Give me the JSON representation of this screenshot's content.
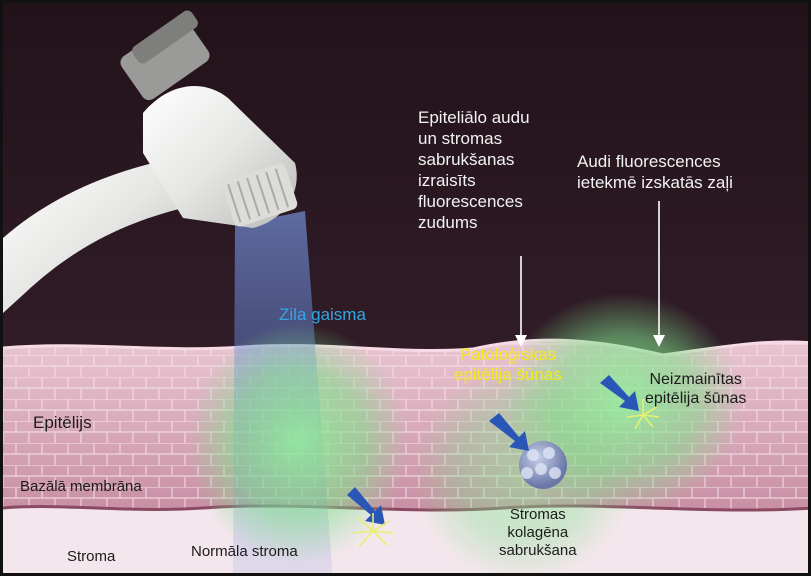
{
  "labels": {
    "epithelial_loss": "Epiteliālo audu\nun stromas\nsabrukšanas\nizraisīts\nfluorescences\nzudums",
    "tissue_spots": "Audi fluorescences\nietekmē izskatās zaļi",
    "blue_light": "Zila gaisma",
    "pathological_cells": "Patoloģiskas\nepitēlija šūnas",
    "normal_cells": "Neizmainītas\nepitēlija šūnas",
    "epithelium": "Epitēlijs",
    "basal_membrane": "Bazālā membrāna",
    "stroma": "Stroma",
    "normal_stroma": "Normāla stroma",
    "collagen_breakdown": "Stromas\nkolagēna\nsabrukšana"
  },
  "colors": {
    "background": "#2a1720",
    "device_body": "#e8e8e6",
    "device_cap": "#8f8f8f",
    "blue_light": "#5a7fd6",
    "label_white": "#f2f2f2",
    "label_blue": "#33a6e6",
    "label_yellow": "#f2ea1a",
    "label_dark": "#1c1c1c",
    "epithelium_fill": "#d9a8b8",
    "stroma_fill": "#f2e4ea",
    "green_glow": "#7fe08a",
    "arrow_blue": "#2a56b8",
    "sparkle": "#e8f070"
  }
}
